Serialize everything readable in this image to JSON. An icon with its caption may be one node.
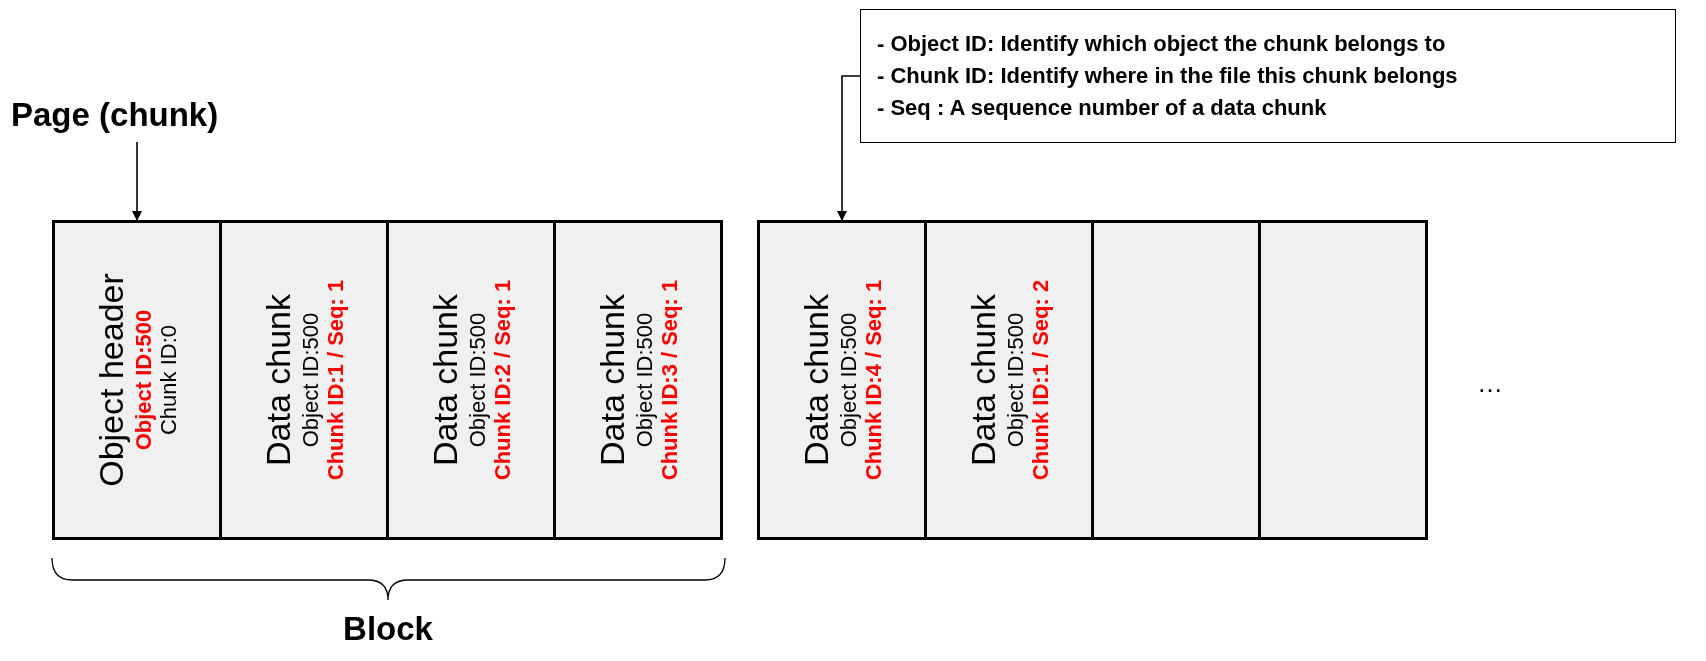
{
  "diagram": {
    "nodes": [
      {
        "text": [
          "Page (chunk)"
        ]
      },
      {
        "text": [
          "- Object ID: Identify which object the chunk belongs to",
          "- Chunk ID: Identify where in the file this chunk belongs",
          "- Seq : A sequence number of a data chunk"
        ]
      },
      {
        "text": [
          "Object header",
          "Object ID:500",
          "Chunk ID:0"
        ]
      },
      {
        "text": [
          "Data chunk",
          "Object ID:500",
          "Chunk ID:1 / Seq: 1"
        ]
      },
      {
        "text": [
          "Data chunk",
          "Object ID:500",
          "Chunk ID:2 / Seq: 1"
        ]
      },
      {
        "text": [
          "Data chunk",
          "Object ID:500",
          "Chunk ID:3 / Seq: 1"
        ]
      },
      {
        "text": [
          "Data chunk",
          "Object ID:500",
          "Chunk ID:4 / Seq: 1"
        ]
      },
      {
        "text": [
          "Data chunk",
          "Object ID:500",
          "Chunk ID:1 / Seq: 2"
        ]
      },
      {
        "text": [],
        "shape": "box"
      },
      {
        "text": [],
        "shape": "box"
      }
    ],
    "edges": [
      {
        "from": 0,
        "to": 2,
        "arrow": "to"
      },
      {
        "from": 1,
        "to": 6,
        "arrow": "to"
      }
    ],
    "labels": [
      "Block",
      "…"
    ]
  }
}
